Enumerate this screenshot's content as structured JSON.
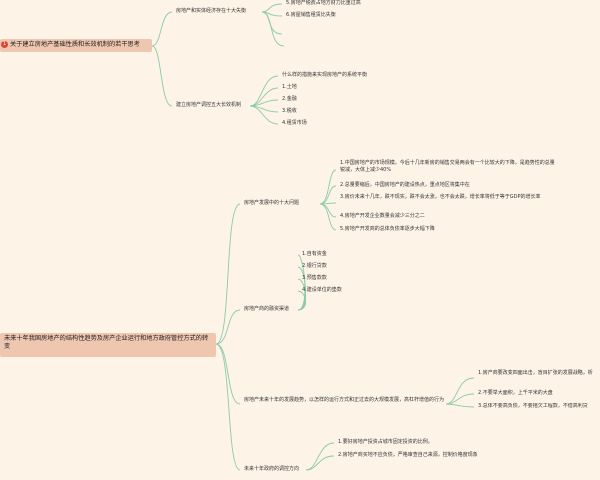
{
  "colors": {
    "background": "#fdf4e7",
    "topic_fill": "#efc7b1",
    "link": "#8bcaa9",
    "badge": "#e04532"
  },
  "topic1": {
    "number": "1",
    "label": "关于建立房地产基础性质和长效机制的若干思考",
    "branch_a": {
      "label": "房地产和实体经济存在十大失衡",
      "items": [
        "5.房地产税费占地方财力比重过高",
        "6.房屋销售租赁比失衡"
      ]
    },
    "branch_b": {
      "label": "建立房地产调控五大长效机制",
      "intro": "什么样的措施来实现房地产的系统平衡",
      "items": [
        "1.土地",
        "2.金融",
        "3.税收",
        "4.租赁市场"
      ]
    }
  },
  "topic2": {
    "label": "未来十年我国房地产的结构性趋势及房产企业运行和地方政府管控方式的转变",
    "branch_a": {
      "label": "房地产发展中的十大问题",
      "items": [
        "1.中国房地产的市场规模。今后十几年新房的销售交易两会有一个比较大的下降，是趋势性的总量锐减，大体上减少40%",
        "2.总量要缩后，中国房地产的建设热点，重点地区将集中在",
        "3.房价未来十几年，跌不现实，跌不会太涨，也不会太跌，增长率将低于等于GDP的增长率",
        "4.房地产开发企业数量会减少三分之二",
        "5.房地产开发商的总体负债率逐步大幅下降"
      ]
    },
    "branch_b": {
      "label": "房地产商的融资渠道",
      "items": [
        "1.自有资金",
        "2.银行贷款",
        "3.预售款款",
        "4.建设单位的垫款"
      ]
    },
    "branch_c": {
      "label": "房地产未来十年的发展趋势，以怎样的运行方式和正过去的大规模发展，高杠杆增值的行为",
      "items": [
        "1.房产商要改变四面出击，盲目扩张的发展战略，析",
        "2.不要举大面积，上千平米的大盘",
        "3.总体不要高负债，不要拖欠工程款，不借高利贷"
      ]
    },
    "branch_d": {
      "label": "未来十年政府的调控方向",
      "items": [
        "1.要好房地产投资占城市固定投资的比例。",
        "2.房地产商买地不应负债，严格审查自己来源，控制价格度现象"
      ]
    }
  }
}
